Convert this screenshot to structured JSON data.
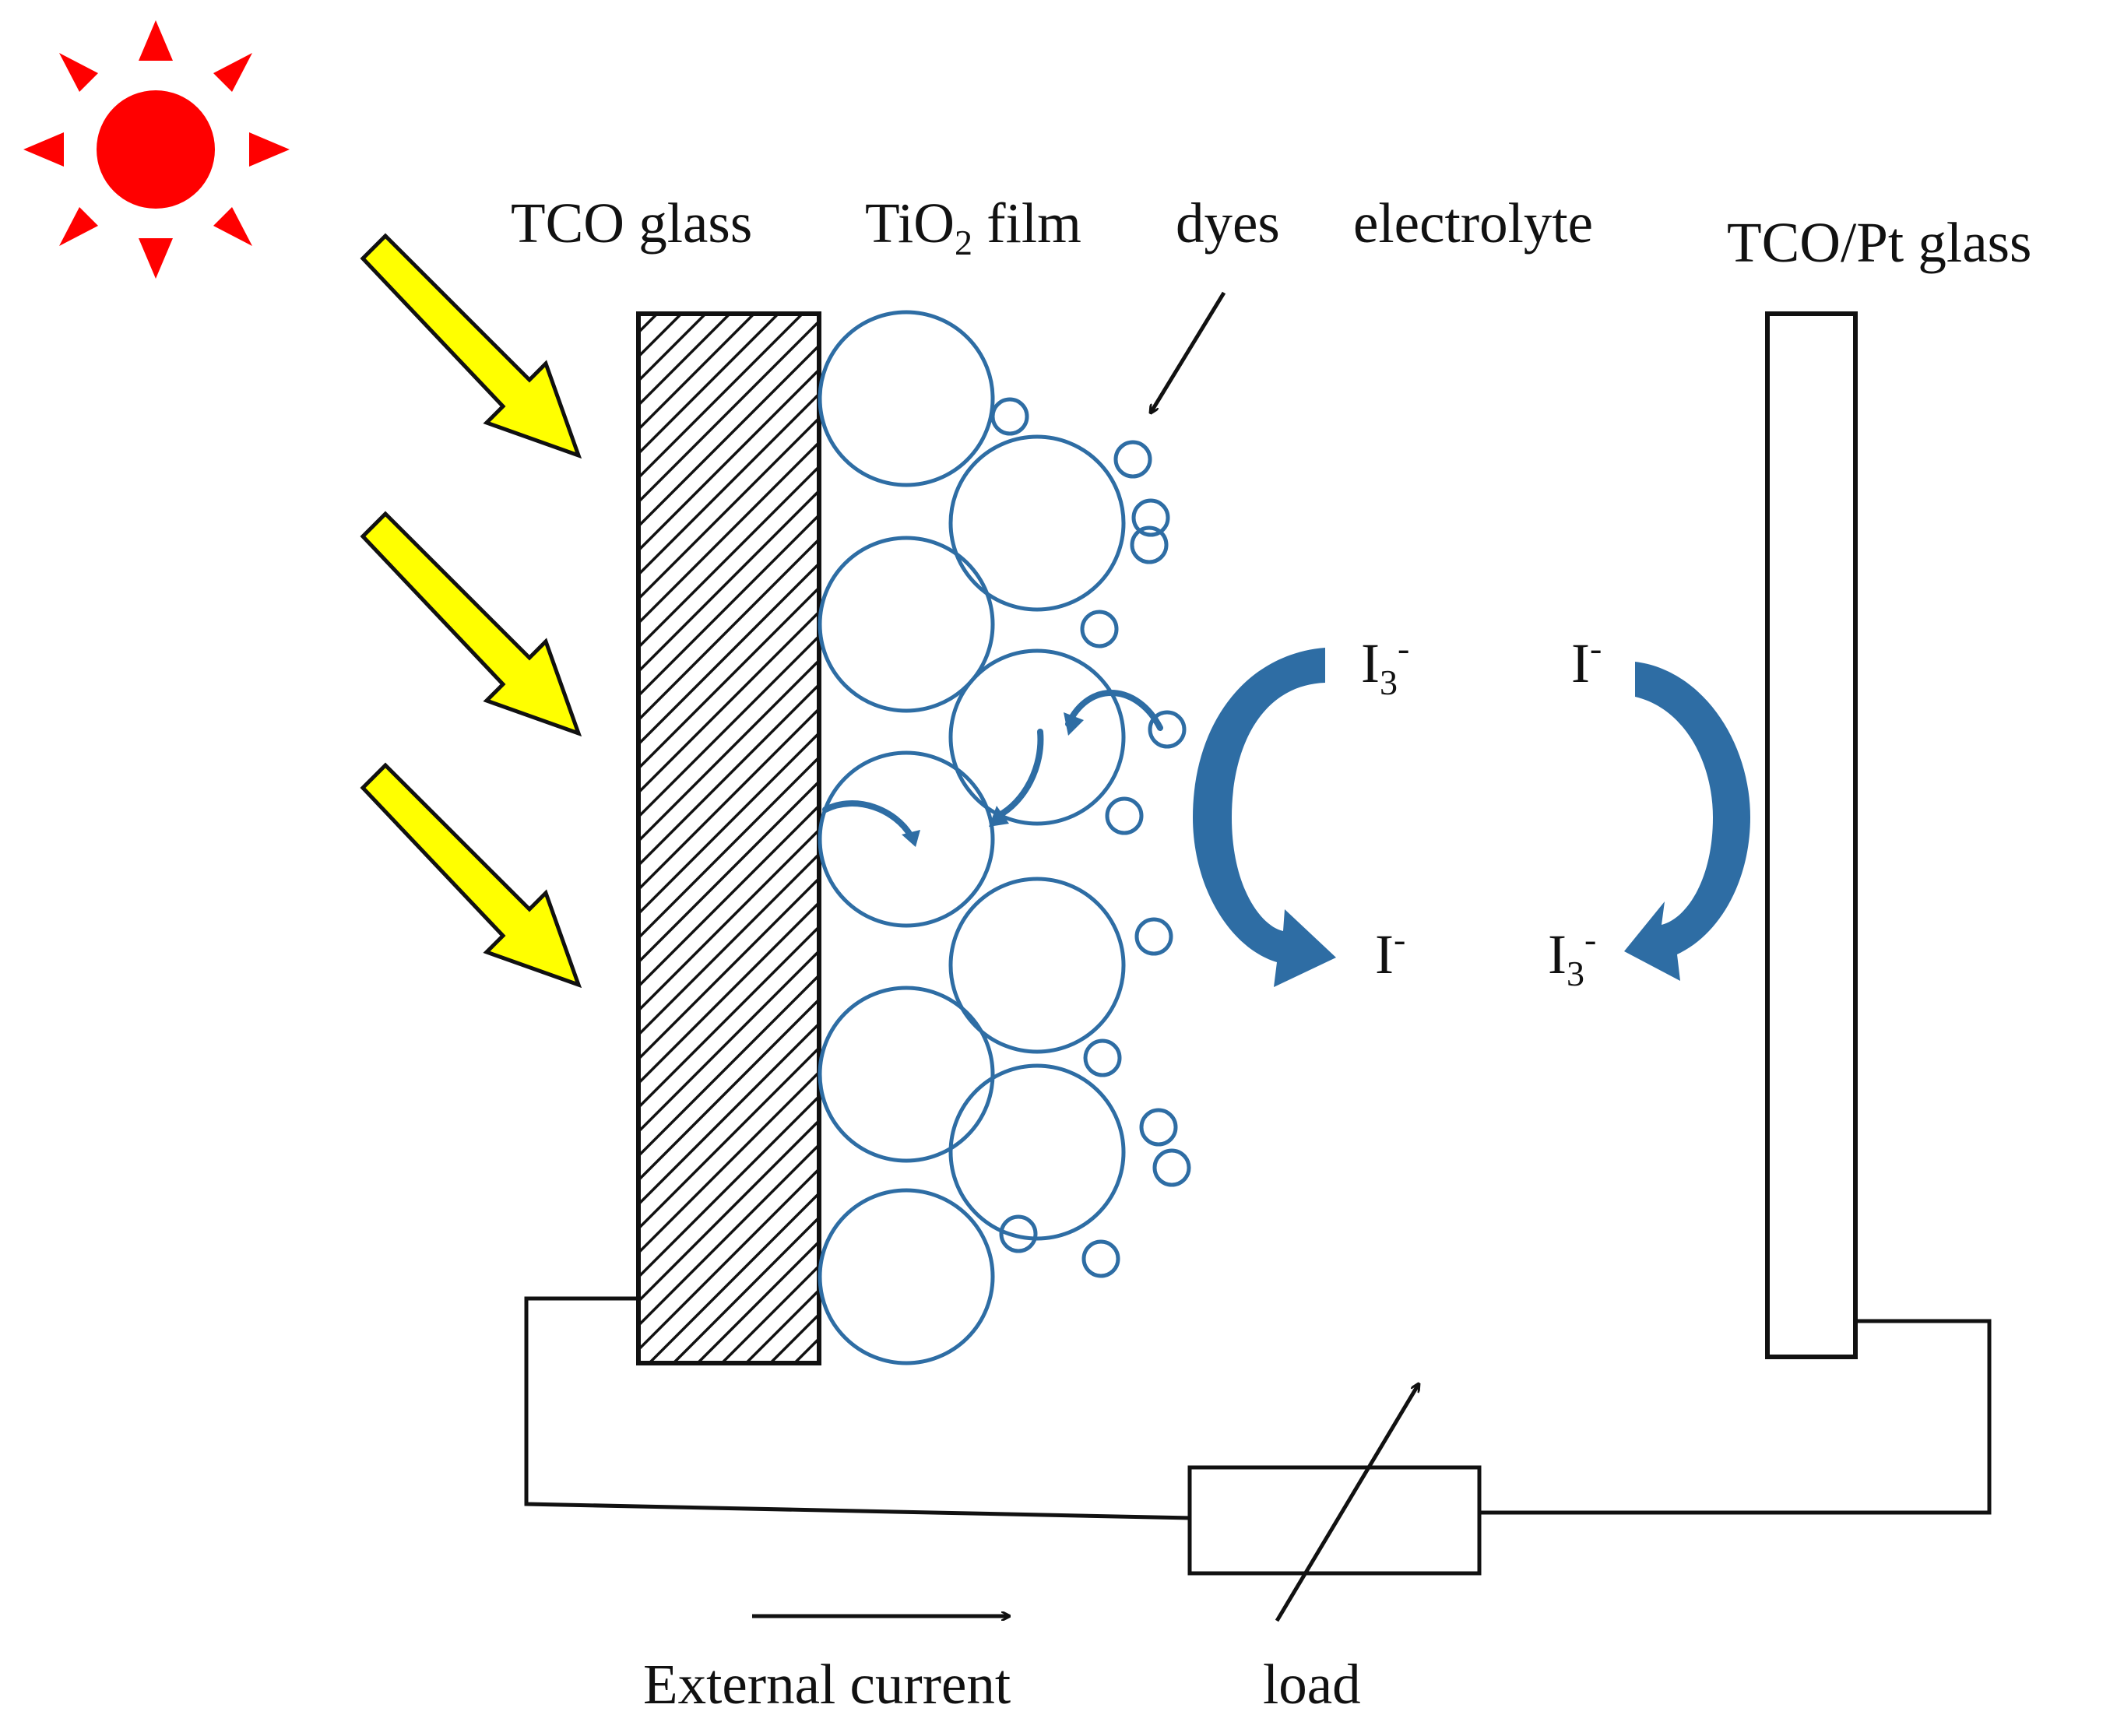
{
  "labels": {
    "tco_glass": "TCO glass",
    "tio2_prefix": "TiO",
    "tio2_sub": "2",
    "tio2_suffix": " film",
    "dyes": "dyes",
    "electrolyte": "electrolyte",
    "tco_pt_glass": "TCO/Pt glass",
    "external_current": "External current",
    "load": "load"
  },
  "ions": {
    "i3_top": {
      "base": "I",
      "sub": "3",
      "sup": "-"
    },
    "i_top": {
      "base": "I",
      "sup": "-"
    },
    "i_bottom": {
      "base": "I",
      "sup": "-"
    },
    "i3_bottom": {
      "base": "I",
      "sub": "3",
      "sup": "-"
    }
  },
  "colors": {
    "sun": "#ff0000",
    "light_arrow": "#ffff00",
    "particle": "#2e6da4",
    "flow_arrow": "#2e6da4",
    "wire": "#111111"
  }
}
